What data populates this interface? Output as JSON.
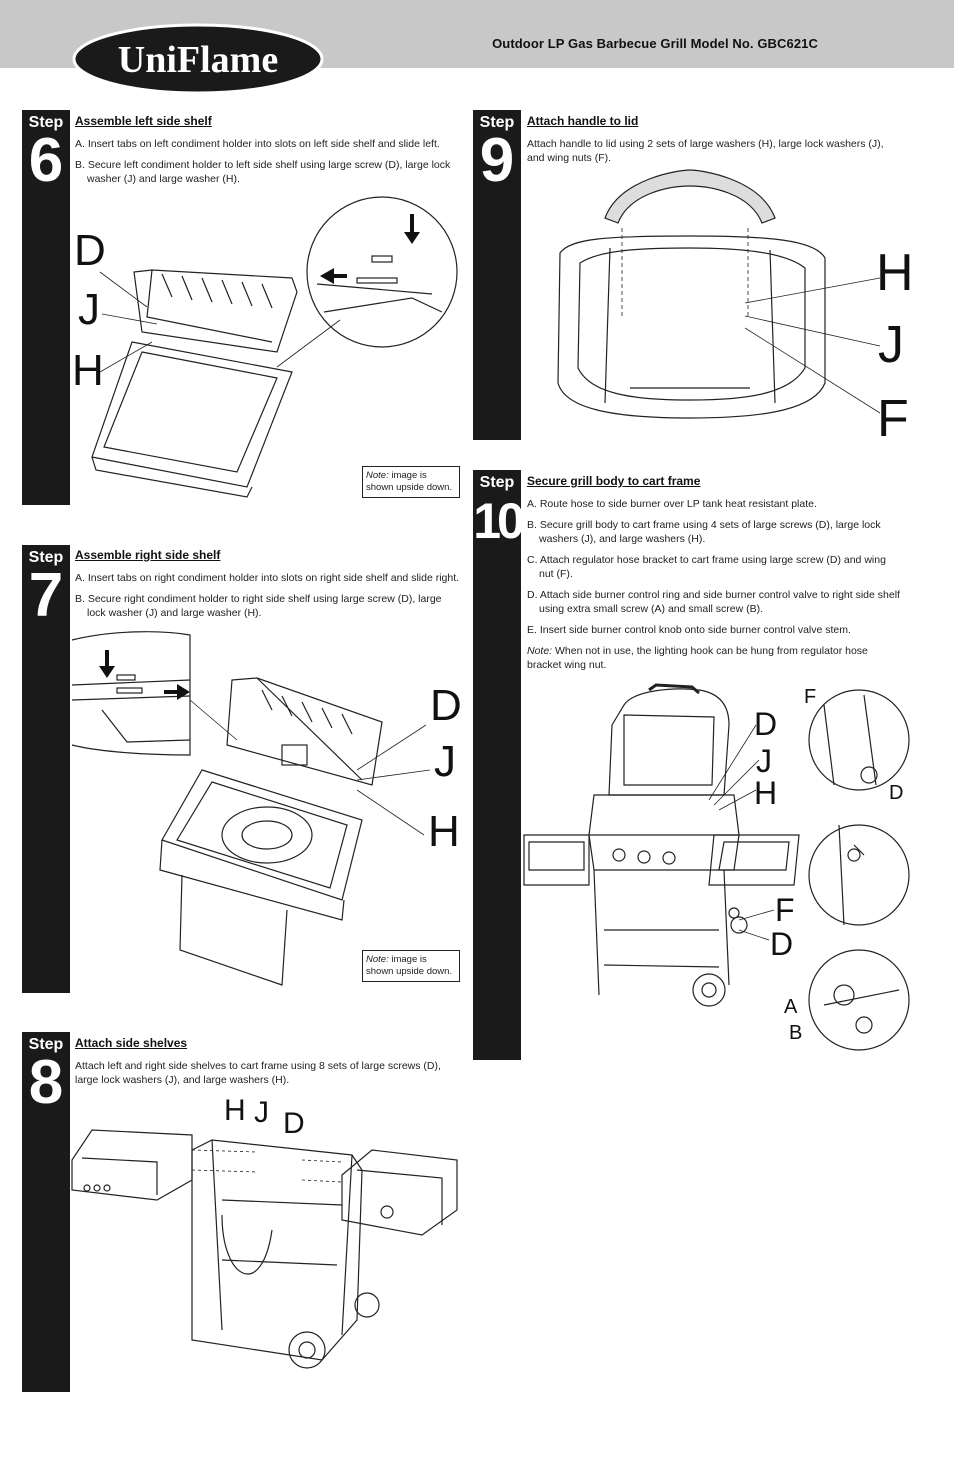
{
  "header": {
    "brand": "UniFlame",
    "model_title": "Outdoor LP Gas Barbecue Grill Model No. GBC621C"
  },
  "step_label": "Step",
  "steps": {
    "s6": {
      "number": "6",
      "title": "Assemble left side shelf",
      "a": "A. Insert tabs on left condiment holder into slots on left side shelf and slide left.",
      "b": "B. Secure left condiment holder to left side shelf using large screw (D), large lock washer (J) and large washer (H).",
      "note_em": "Note:",
      "note_text": " image is shown upside down.",
      "letters": [
        "D",
        "J",
        "H"
      ]
    },
    "s7": {
      "number": "7",
      "title": "Assemble right side shelf",
      "a": "A. Insert tabs on right condiment holder into slots on right side shelf and slide right.",
      "b": "B. Secure right condiment holder to right side shelf using large screw (D), large lock washer (J) and large washer (H).",
      "note_em": "Note:",
      "note_text": " image is shown upside down.",
      "letters": [
        "D",
        "J",
        "H"
      ]
    },
    "s8": {
      "number": "8",
      "title": "Attach side shelves",
      "text": "Attach left and right side shelves to cart frame using 8 sets of large screws (D), large lock washers (J), and large washers (H).",
      "letters": [
        "H",
        "J",
        "D"
      ]
    },
    "s9": {
      "number": "9",
      "title": "Attach handle to lid",
      "text": "Attach handle to lid using 2 sets of large washers (H), large lock washers (J), and wing nuts (F).",
      "letters": [
        "H",
        "J",
        "F"
      ]
    },
    "s10": {
      "number": "10",
      "title": "Secure grill body to cart frame",
      "a": "A. Route hose to side burner over LP tank heat resistant plate.",
      "b": "B. Secure grill body to cart frame using 4 sets of large screws (D), large lock washers (J), and large washers (H).",
      "c": "C. Attach regulator hose bracket to cart frame using large screw (D) and wing nut (F).",
      "d": "D. Attach side burner control ring and side burner control valve to right side shelf using extra small screw (A) and small screw (B).",
      "e": "E. Insert side burner control knob onto side burner control valve stem.",
      "note_em": "Note:",
      "note_text": " When not in use, the lighting hook can be hung from regulator hose bracket wing nut.",
      "letters_main": [
        "D",
        "J",
        "H",
        "F",
        "D"
      ],
      "letters_detail": [
        "F",
        "D",
        "A",
        "B"
      ]
    }
  },
  "colors": {
    "header_bg": "#c8c8c8",
    "bar": "#1a1a1a",
    "logo_bg": "#1a1a1a"
  }
}
